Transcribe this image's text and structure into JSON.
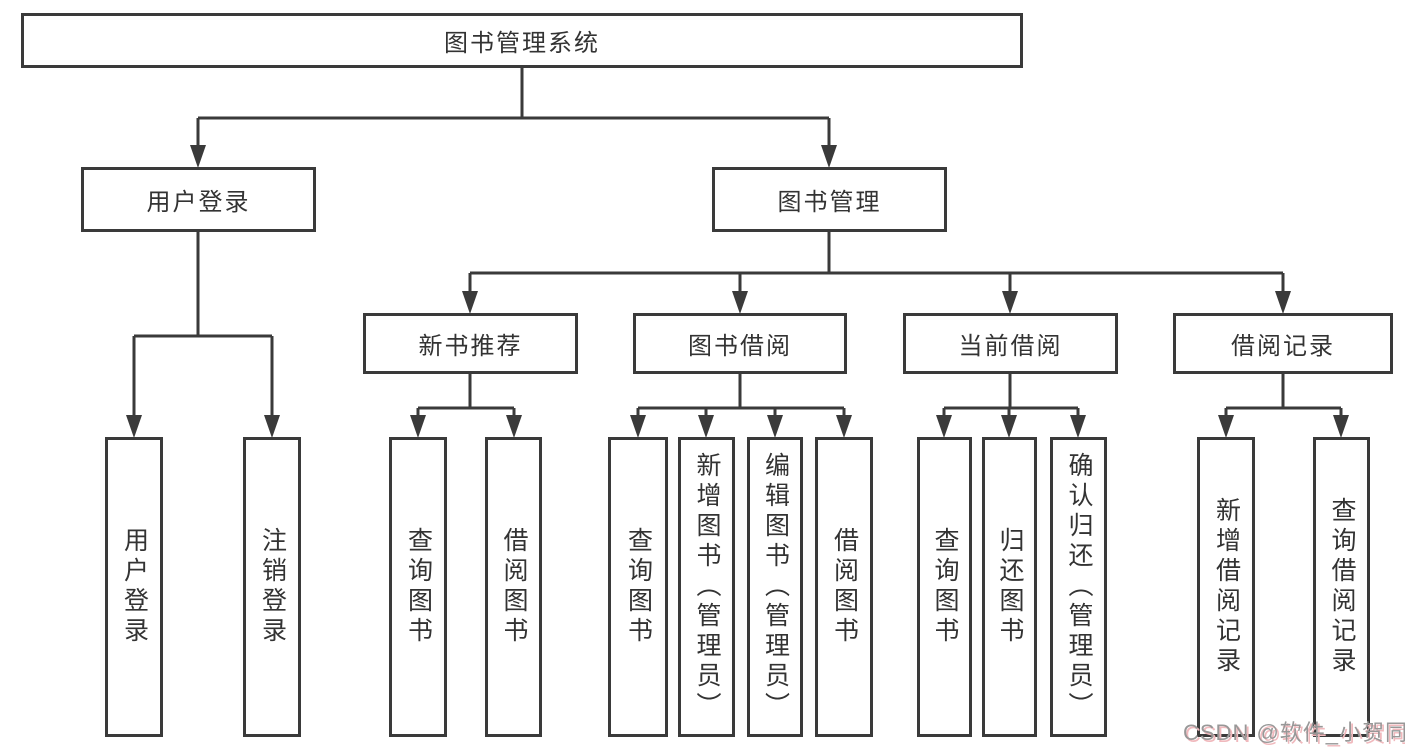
{
  "colors": {
    "line": "#3a3a3a",
    "text": "#333333",
    "watermark": "#989898",
    "watermark_shadow": "#f0b9bd"
  },
  "tree": {
    "label": "图书管理系统",
    "children": [
      {
        "label": "用户登录",
        "children": [
          {
            "label": "用户登录"
          },
          {
            "label": "注销登录"
          }
        ]
      },
      {
        "label": "图书管理",
        "children": [
          {
            "label": "新书推荐",
            "children": [
              {
                "label": "查询图书"
              },
              {
                "label": "借阅图书"
              }
            ]
          },
          {
            "label": "图书借阅",
            "children": [
              {
                "label": "查询图书"
              },
              {
                "label": "新增图书（管理员）"
              },
              {
                "label": "编辑图书（管理员）"
              },
              {
                "label": "借阅图书"
              }
            ]
          },
          {
            "label": "当前借阅",
            "children": [
              {
                "label": "查询图书"
              },
              {
                "label": "归还图书"
              },
              {
                "label": "确认归还（管理员）"
              }
            ]
          },
          {
            "label": "借阅记录",
            "children": [
              {
                "label": "新增借阅记录"
              },
              {
                "label": "查询借阅记录"
              }
            ]
          }
        ]
      }
    ]
  },
  "watermark": {
    "text": "CSDN @软件_小贺同学"
  }
}
